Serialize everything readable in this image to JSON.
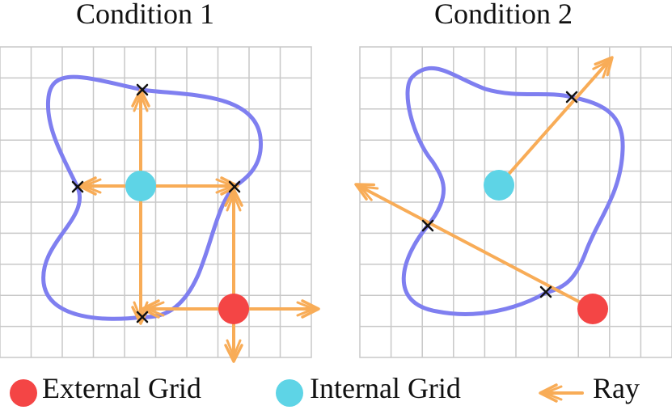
{
  "panels": [
    {
      "title": "Condition 1"
    },
    {
      "title": "Condition 2"
    }
  ],
  "legend": {
    "external_label": "External Grid",
    "internal_label": "Internal Grid",
    "ray_label": "Ray"
  },
  "colors": {
    "grid": "#c8c8c8",
    "curve": "#7f7ff0",
    "ray": "#f8ac57",
    "external": "#f44545",
    "internal": "#5ed4e6",
    "cross": "#111111"
  }
}
